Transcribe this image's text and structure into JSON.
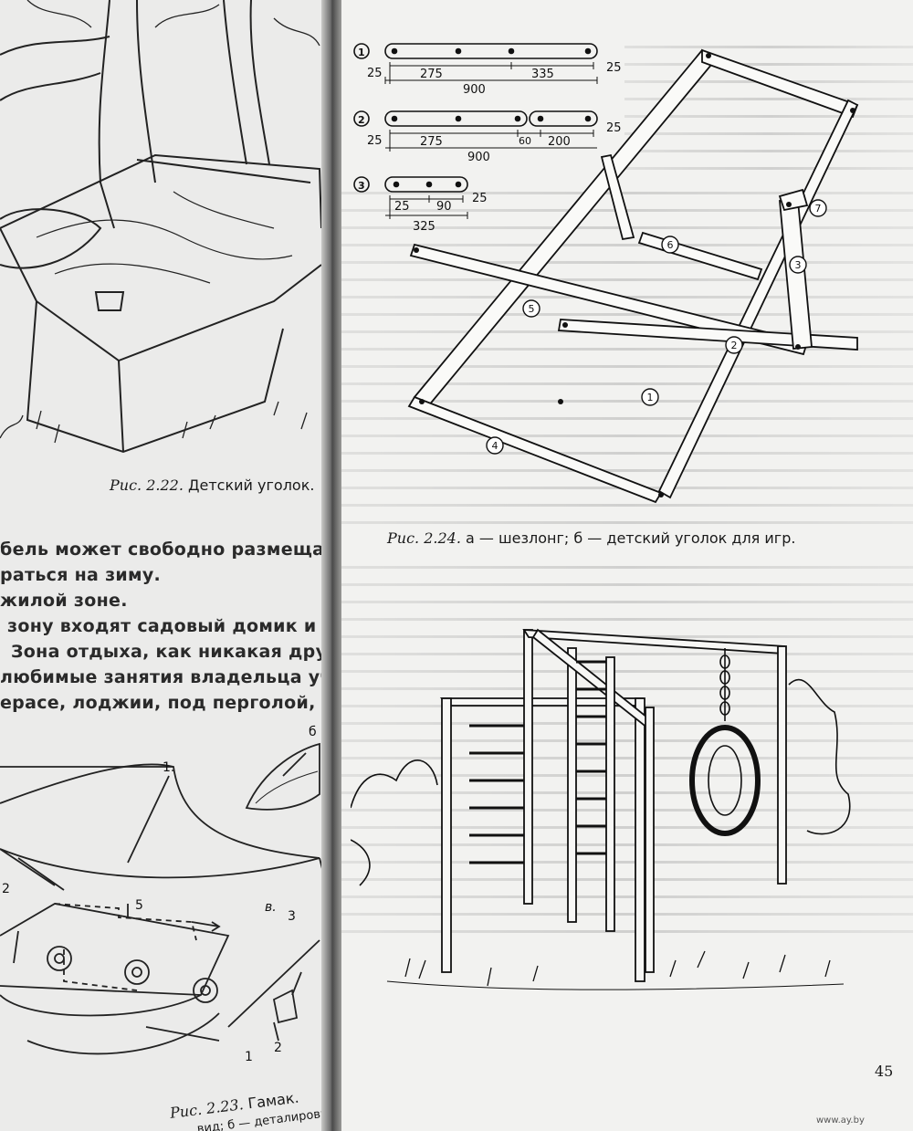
{
  "left_page": {
    "fig_222_caption": {
      "label": "Рис. 2.22.",
      "text": "Детский уголок."
    },
    "body_lines": [
      "бель может свободно размещаться",
      "раться на зиму.",
      "жилой зоне.",
      "зону входят садовый домик и до",
      "Зона отдыха, как никакая другая",
      "любимые занятия владельца участ",
      "ерасе, лоджии, под перголой, что"
    ],
    "fig_223_caption": {
      "label": "Рис. 2.23.",
      "text": "Гамак.",
      "subtext": "вид; б — деталировка."
    },
    "hammock_labels": [
      "1.",
      "б",
      "в.",
      "2",
      "5",
      "3",
      "2",
      "1"
    ]
  },
  "right_page": {
    "fig_224_caption": {
      "label": "Рис. 2.24.",
      "text": "а — шезлонг; б — детский уголок для игр."
    },
    "details": [
      {
        "num": "1",
        "dims": [
          "25",
          "275",
          "900",
          "335",
          "25"
        ]
      },
      {
        "num": "2",
        "dims": [
          "25",
          "275",
          "900",
          "60",
          "200",
          "25"
        ]
      },
      {
        "num": "3",
        "dims": [
          "25",
          "90",
          "25",
          "325"
        ]
      }
    ],
    "chair_part_numbers": [
      "7",
      "6",
      "3",
      "5",
      "2",
      "1",
      "4"
    ],
    "page_number": "45",
    "watermark": "www.ay.by"
  }
}
